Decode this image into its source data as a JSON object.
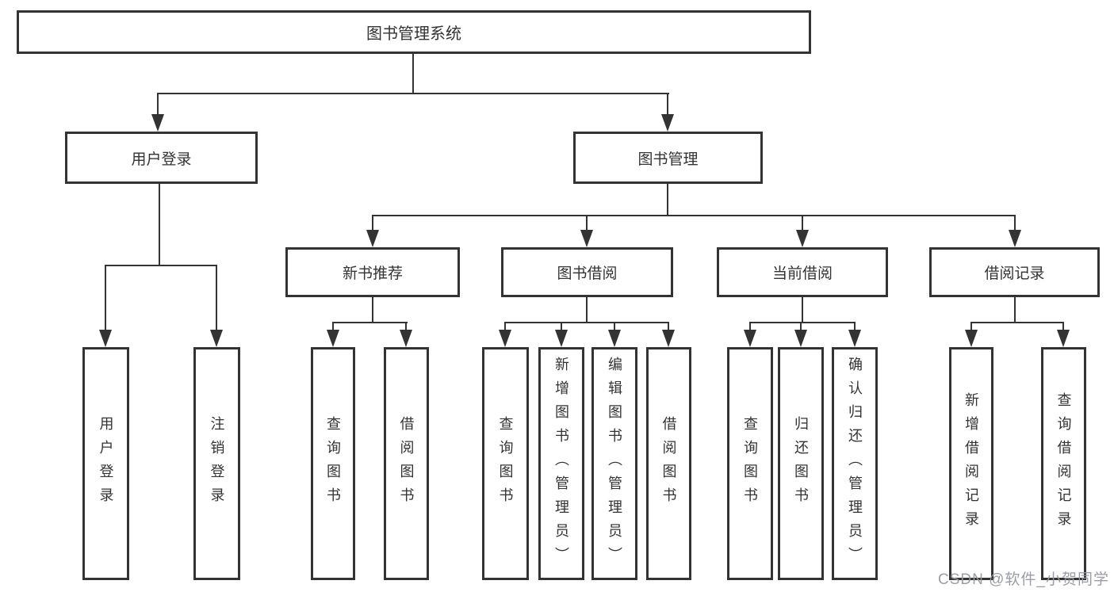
{
  "diagram": {
    "root": {
      "label": "图书管理系统"
    },
    "branches": [
      {
        "label": "用户登录",
        "children": [
          {
            "label": "用户登录"
          },
          {
            "label": "注销登录"
          }
        ]
      },
      {
        "label": "图书管理",
        "children": [
          {
            "label": "新书推荐",
            "children": [
              {
                "label": "查询图书"
              },
              {
                "label": "借阅图书"
              }
            ]
          },
          {
            "label": "图书借阅",
            "children": [
              {
                "label": "查询图书"
              },
              {
                "label": "新增图书（管理员）"
              },
              {
                "label": "编辑图书（管理员）"
              },
              {
                "label": "借阅图书"
              }
            ]
          },
          {
            "label": "当前借阅",
            "children": [
              {
                "label": "查询图书"
              },
              {
                "label": "归还图书"
              },
              {
                "label": "确认归还（管理员）"
              }
            ]
          },
          {
            "label": "借阅记录",
            "children": [
              {
                "label": "新增借阅记录"
              },
              {
                "label": "查询借阅记录"
              }
            ]
          }
        ]
      }
    ]
  },
  "watermark": {
    "text": "CSDN @软件_小贺同学"
  },
  "colors": {
    "line": "#333333",
    "text": "#333333",
    "watermark": "#9698a2",
    "background": "#ffffff"
  }
}
